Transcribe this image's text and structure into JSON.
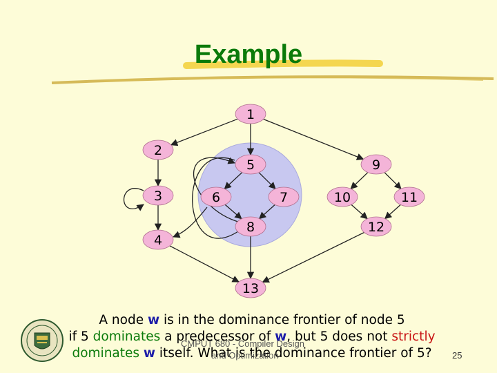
{
  "slide": {
    "title": "Example",
    "page_number": "25",
    "footer": {
      "line1": "CMPUT 680 - Compiler Design",
      "line2": "and Optimization"
    }
  },
  "graph": {
    "nodes": [
      {
        "id": "1",
        "label": "1"
      },
      {
        "id": "2",
        "label": "2"
      },
      {
        "id": "3",
        "label": "3"
      },
      {
        "id": "4",
        "label": "4"
      },
      {
        "id": "5",
        "label": "5"
      },
      {
        "id": "6",
        "label": "6"
      },
      {
        "id": "7",
        "label": "7"
      },
      {
        "id": "8",
        "label": "8"
      },
      {
        "id": "9",
        "label": "9"
      },
      {
        "id": "10",
        "label": "10"
      },
      {
        "id": "11",
        "label": "11"
      },
      {
        "id": "12",
        "label": "12"
      },
      {
        "id": "13",
        "label": "13"
      }
    ],
    "edges": [
      [
        "1",
        "2"
      ],
      [
        "1",
        "5"
      ],
      [
        "1",
        "9"
      ],
      [
        "2",
        "3"
      ],
      [
        "3",
        "3"
      ],
      [
        "3",
        "4"
      ],
      [
        "4",
        "13"
      ],
      [
        "5",
        "6"
      ],
      [
        "5",
        "7"
      ],
      [
        "6",
        "4"
      ],
      [
        "6",
        "8"
      ],
      [
        "7",
        "8"
      ],
      [
        "8",
        "5"
      ],
      [
        "8",
        "13"
      ],
      [
        "9",
        "10"
      ],
      [
        "9",
        "11"
      ],
      [
        "10",
        "12"
      ],
      [
        "11",
        "12"
      ],
      [
        "12",
        "13"
      ]
    ],
    "node_fill": "#f4b4d8",
    "region_fill": "#c8c8f0"
  },
  "caption": {
    "l1_a": "A node ",
    "l1_w": "w",
    "l1_b": " is in the dominance frontier of node 5",
    "l2_a": "if 5 ",
    "l2_dominates": "dominates",
    "l2_b": " a predecessor of ",
    "l2_w": "w",
    "l2_c": ", but 5 does not ",
    "l2_strictly": "strictly",
    "l3_dominates": "dominates",
    "l3_a": " ",
    "l3_w": "w",
    "l3_b": " itself. What is the dominance frontier of 5?"
  }
}
